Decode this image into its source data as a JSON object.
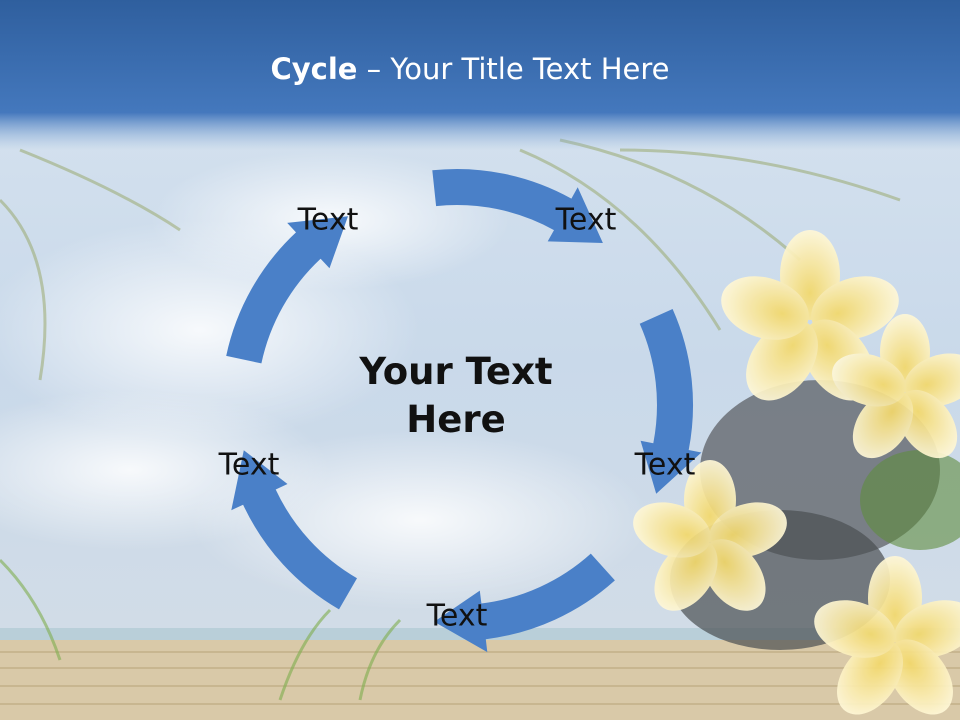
{
  "slide": {
    "title_bold": "Cycle",
    "title_rest": " – Your Title Text Here",
    "center_text_line1": "Your Text",
    "center_text_line2": "Here"
  },
  "cycle": {
    "items": [
      {
        "label": "Text"
      },
      {
        "label": "Text"
      },
      {
        "label": "Text"
      },
      {
        "label": "Text"
      },
      {
        "label": "Text"
      }
    ]
  },
  "colors": {
    "arrow": "#4a80c8",
    "title_bar": "#3b6faf",
    "sky": "#c8d8ea"
  }
}
